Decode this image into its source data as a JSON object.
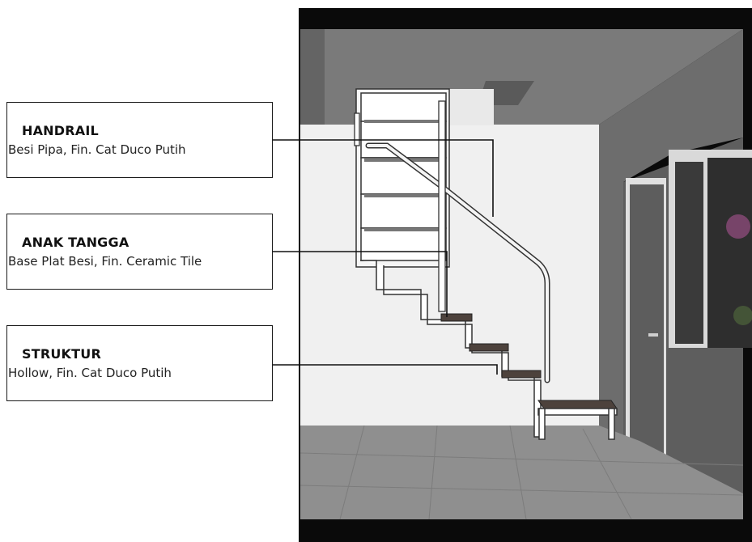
{
  "labels": [
    {
      "title": "HANDRAIL",
      "description": "Besi Pipa, Fin. Cat Duco Putih"
    },
    {
      "title": "ANAK TANGGA",
      "description": "Base Plat Besi, Fin. Ceramic Tile"
    },
    {
      "title": "STRUKTUR",
      "description": "Hollow, Fin. Cat Duco Putih"
    }
  ],
  "colors": {
    "frame": "#0a0a0a",
    "wall_light": "#efefef",
    "wall_dark": "#6a6a6a",
    "floor": "#8e8e8e",
    "tread": "#4d423c",
    "leader_line": "#111111"
  }
}
